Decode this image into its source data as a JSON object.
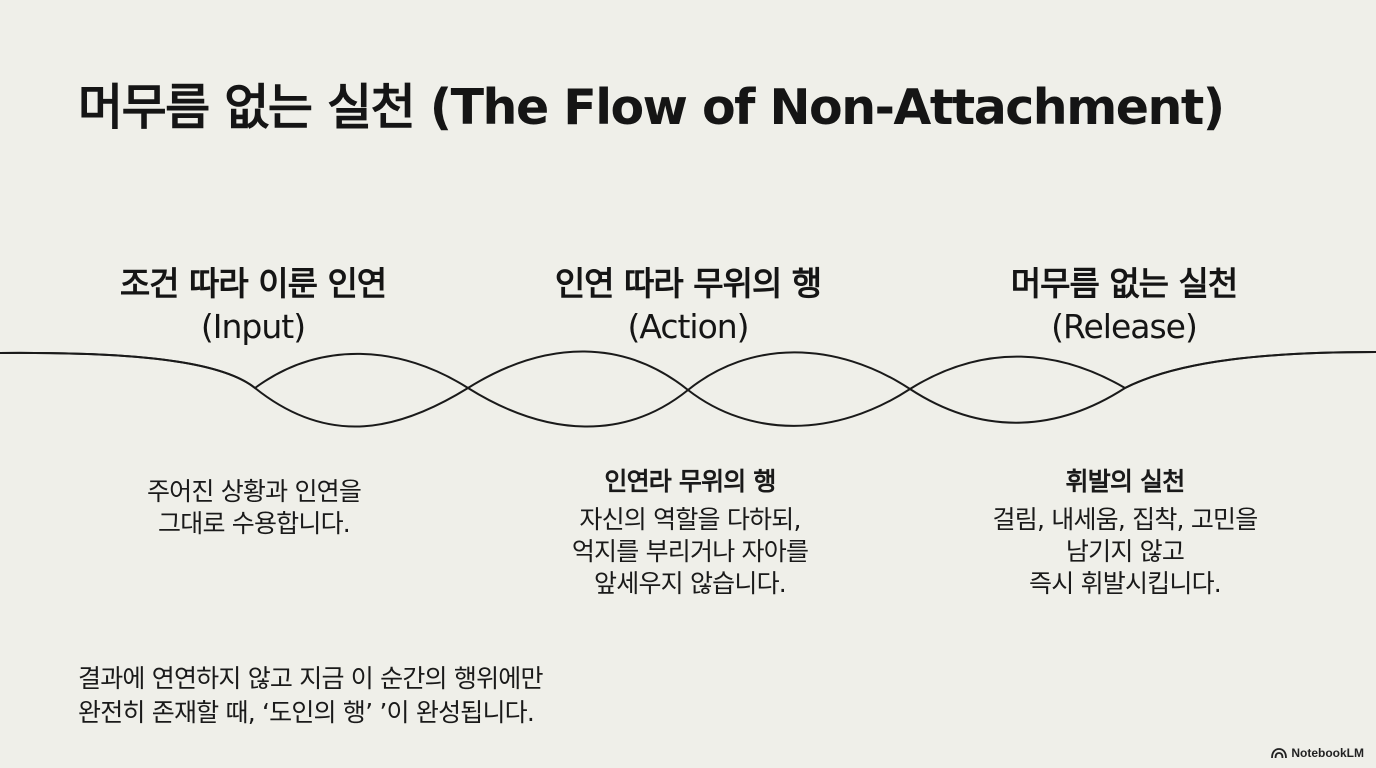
{
  "title": "머무름 없는 실천 (The Flow of Non-Attachment)",
  "stages": [
    {
      "name": "조건 따라 이룬 인연",
      "sub": "(Input)"
    },
    {
      "name": "인연 따라 무위의 행",
      "sub": "(Action)"
    },
    {
      "name": "머무름 없는 실천",
      "sub": "(Release)"
    }
  ],
  "descriptions": [
    {
      "title": "",
      "lines": [
        "주어진 상황과 인연을",
        "그대로 수용합니다."
      ]
    },
    {
      "title": "인연라 무위의 행",
      "lines": [
        "자신의 역할을 다하되,",
        "억지를 부리거나 자아를",
        "앞세우지 않습니다."
      ]
    },
    {
      "title": "휘발의 실천",
      "lines": [
        "걸림, 내세움, 집착, 고민을",
        "남기지 않고",
        "즉시 휘발시킵니다."
      ]
    }
  ],
  "footnote": {
    "lines": [
      "결과에 연연하지 않고 지금 이 순간의 행위에만",
      "완전히 존재할 때, ‘도인의 행’ ’이 완성됩니다."
    ]
  },
  "brand": {
    "label": "NotebookLM",
    "icon": "notebooklm-logo-icon"
  },
  "colors": {
    "background": "#efefe9",
    "ink": "#1a1a1a"
  }
}
